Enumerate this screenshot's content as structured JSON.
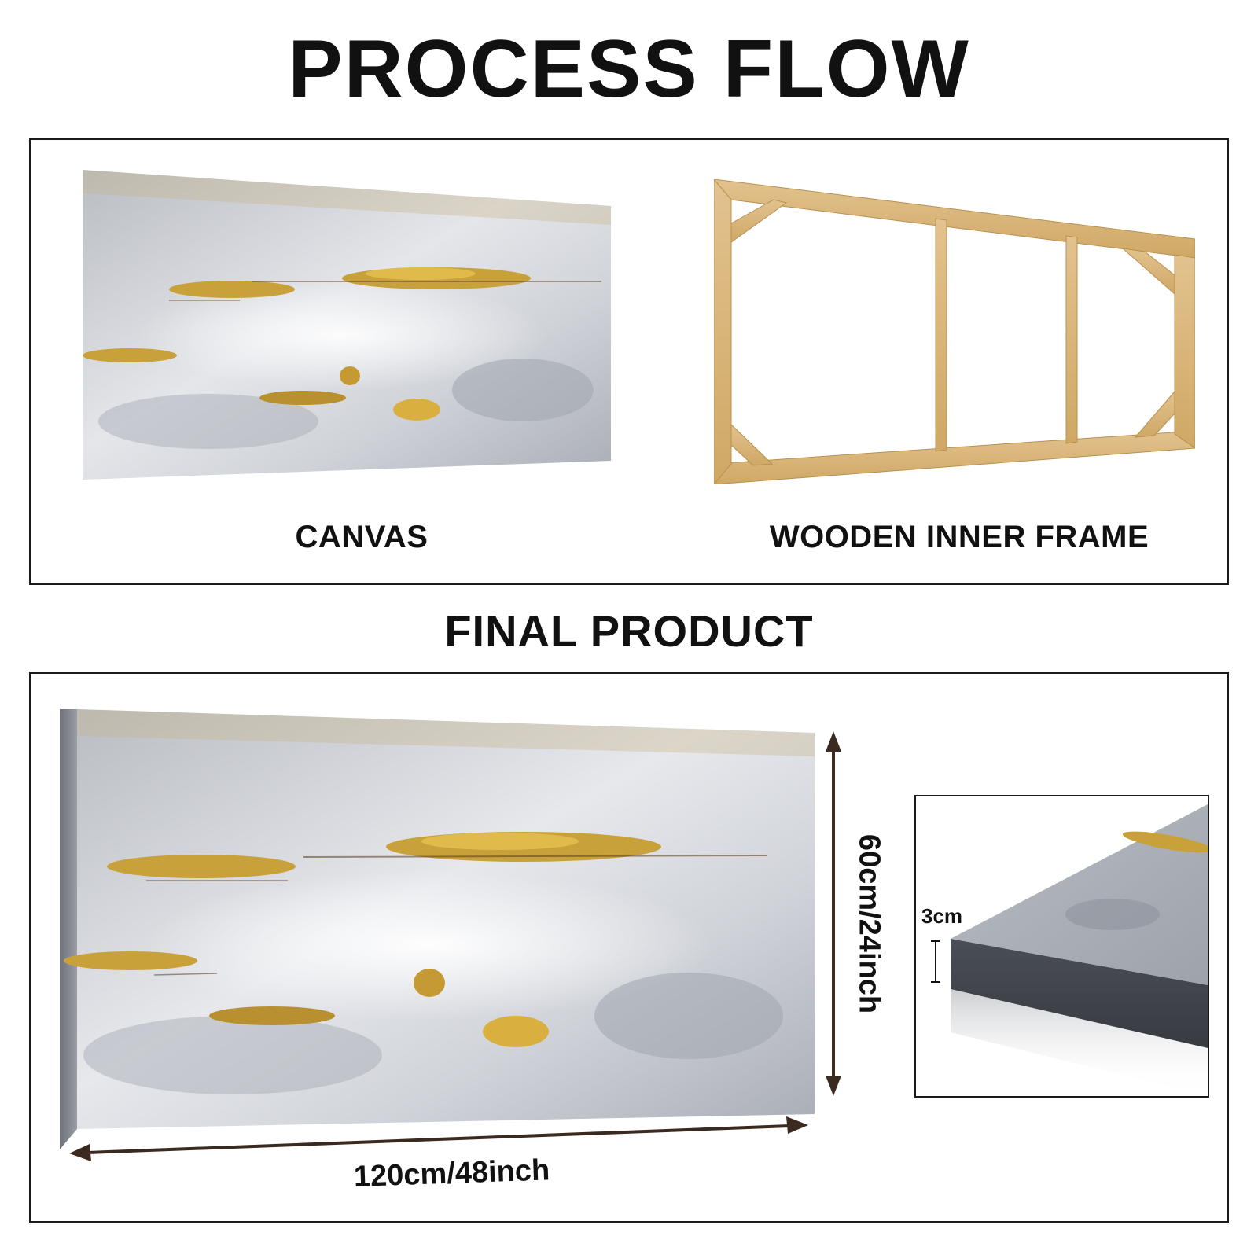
{
  "header": {
    "title": "PROCESS FLOW"
  },
  "process": {
    "canvas_label": "CANVAS",
    "frame_label": "WOODEN INNER FRAME"
  },
  "final": {
    "title": "FINAL PRODUCT",
    "width_label": "120cm/48inch",
    "height_label": "60cm/24inch",
    "thickness_label": "3cm"
  },
  "colors": {
    "border": "#1a1a1a",
    "wood": "#dcb57a",
    "canvas_grey": "#c9ccd1",
    "gold": "#c9a13b",
    "arrow": "#3b2a1f"
  }
}
